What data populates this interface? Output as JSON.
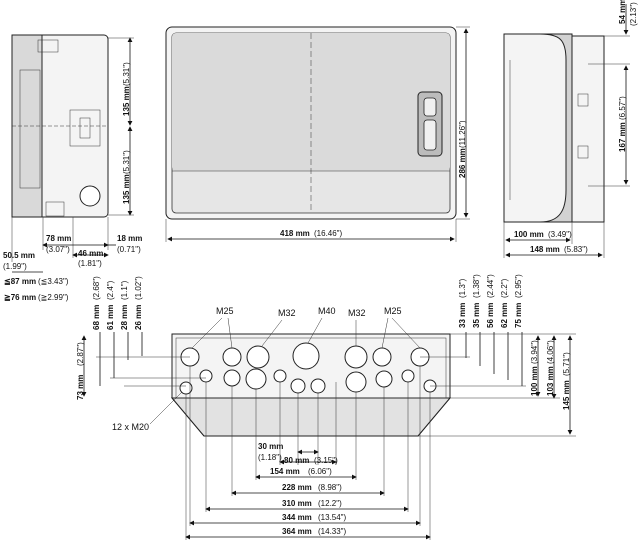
{
  "views": {
    "side": {
      "depth_78": "78 mm",
      "depth_78_in": "(3.07\")",
      "dim_46": "46 mm",
      "dim_46_in": "(1.81\")",
      "dim_18": "18 mm",
      "dim_18_in": "(0.71\")",
      "dim_50_5": "50.5 mm",
      "dim_50_5_in": "(1.99\")",
      "dim_87": "≦87 mm",
      "dim_87_in": "(≦3.43\")",
      "dim_76": "≧76 mm",
      "dim_76_in": "(≧2.99\")",
      "h_135_top": "135 mm",
      "h_135_top_in": "(5.31\")",
      "h_135_bot": "135 mm",
      "h_135_bot_in": "(5.31\")"
    },
    "front": {
      "width": "418 mm",
      "width_in": "(16.46\")",
      "height": "286 mm",
      "height_in": "(11.26\")"
    },
    "right": {
      "top": "54 mm",
      "top_in": "(2.13\")",
      "mount": "167 mm",
      "mount_in": "(6.57\")",
      "w100": "100 mm",
      "w100_in": "(3.49\")",
      "w148": "148 mm",
      "w148_in": "(5.83\")"
    },
    "bottom": {
      "labels": {
        "m25_left": "M25",
        "m32_left": "M32",
        "m40": "M40",
        "m32_right": "M32",
        "m25_right": "M25",
        "m20": "12 x M20"
      },
      "left_dims": [
        {
          "mm": "68 mm",
          "in": "(2.68\")"
        },
        {
          "mm": "61 mm",
          "in": "(2.4\")"
        },
        {
          "mm": "28 mm",
          "in": "(1.1\")"
        },
        {
          "mm": "26 mm",
          "in": "(1.02\")"
        }
      ],
      "right_dims": [
        {
          "mm": "33 mm",
          "in": "(1.3\")"
        },
        {
          "mm": "35 mm",
          "in": "(1.38\")"
        },
        {
          "mm": "56 mm",
          "in": "(2.44\")"
        },
        {
          "mm": "62 mm",
          "in": "(2.2\")"
        },
        {
          "mm": "75 mm",
          "in": "(2.95\")"
        }
      ],
      "h73": "73 mm",
      "h73_in": "(2.87\")",
      "h100": "100 mm",
      "h100_in": "(3.94\")",
      "h103": "103 mm",
      "h103_in": "(4.06\")",
      "h145": "145 mm",
      "h145_in": "(5.71\")",
      "w30": "30 mm",
      "w30_in": "(1.18\")",
      "w80": "80 mm",
      "w80_in": "(3.15\")",
      "w154": "154 mm",
      "w154_in": "(6.06\")",
      "w228": "228 mm",
      "w228_in": "(8.98\")",
      "w310": "310 mm",
      "w310_in": "(12.2\")",
      "w344": "344 mm",
      "w344_in": "(13.54\")",
      "w364": "364 mm",
      "w364_in": "(14.33\")"
    }
  }
}
